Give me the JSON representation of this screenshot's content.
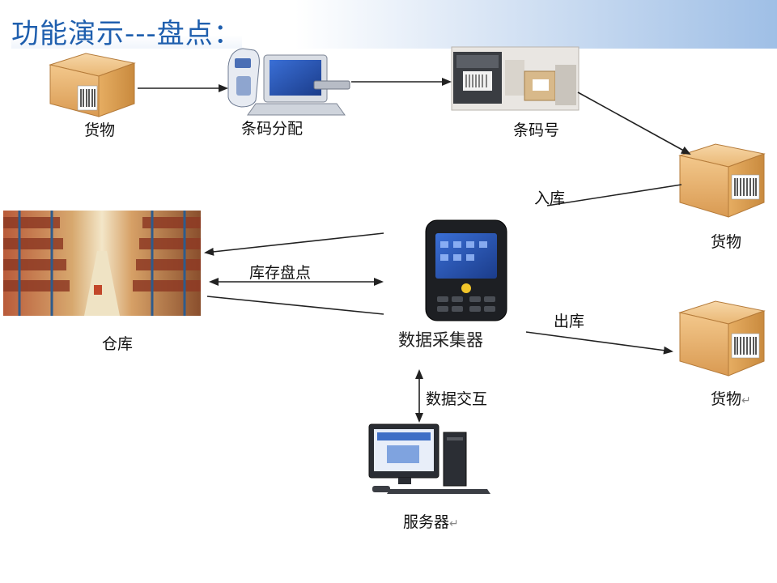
{
  "title": "功能演示---盘点：",
  "labels": {
    "goods_top_left": "货物",
    "barcode_assign": "条码分配",
    "barcode_no": "条码号",
    "goods_right_top": "货物",
    "inbound": "入库",
    "inventory_check": "库存盘点",
    "warehouse": "仓库",
    "data_collector": "数据采集器",
    "outbound": "出库",
    "goods_right_bottom": "货物",
    "data_exchange": "数据交互",
    "server": "服务器"
  },
  "return_mark": "↵",
  "colors": {
    "title": "#1f5fae",
    "title_gradient_end": "#9fbfe6",
    "arrow": "#222222",
    "box": "#e8b978",
    "box_dark": "#c98f45"
  },
  "icons": [
    "cardboard-box-icon",
    "pc-scanner-icon",
    "barcode-printer-icon",
    "warehouse-photo",
    "handheld-terminal-icon",
    "desktop-server-icon"
  ]
}
